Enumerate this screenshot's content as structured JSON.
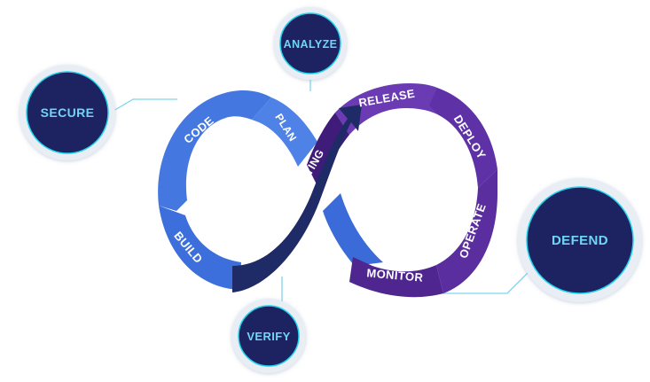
{
  "diagram": {
    "loop_stages": {
      "code": "CODE",
      "plan": "PLAN",
      "build": "BUILD",
      "continuous_testing": "CONTINOUS TESTING",
      "release": "RELEASE",
      "deploy": "DEPLOY",
      "operate": "OPERATE",
      "monitor": "MONITOR"
    },
    "outer_nodes": {
      "analyze": "ANALYZE",
      "secure": "SECURE",
      "verify": "VERIFY",
      "defend": "DEFEND"
    }
  },
  "colors": {
    "blue_segment": "#3d6fdc",
    "blue_light": "#4f82e6",
    "purple_segment": "#5b2fa0",
    "purple_light": "#6a3bb3",
    "navy_band": "#1f2b66",
    "node_fill": "#1c2360",
    "node_ring": "#e6ebf3",
    "node_glow": "#22d3ee",
    "node_text": "#6fd6f5",
    "connector": "#7fd3ec"
  }
}
